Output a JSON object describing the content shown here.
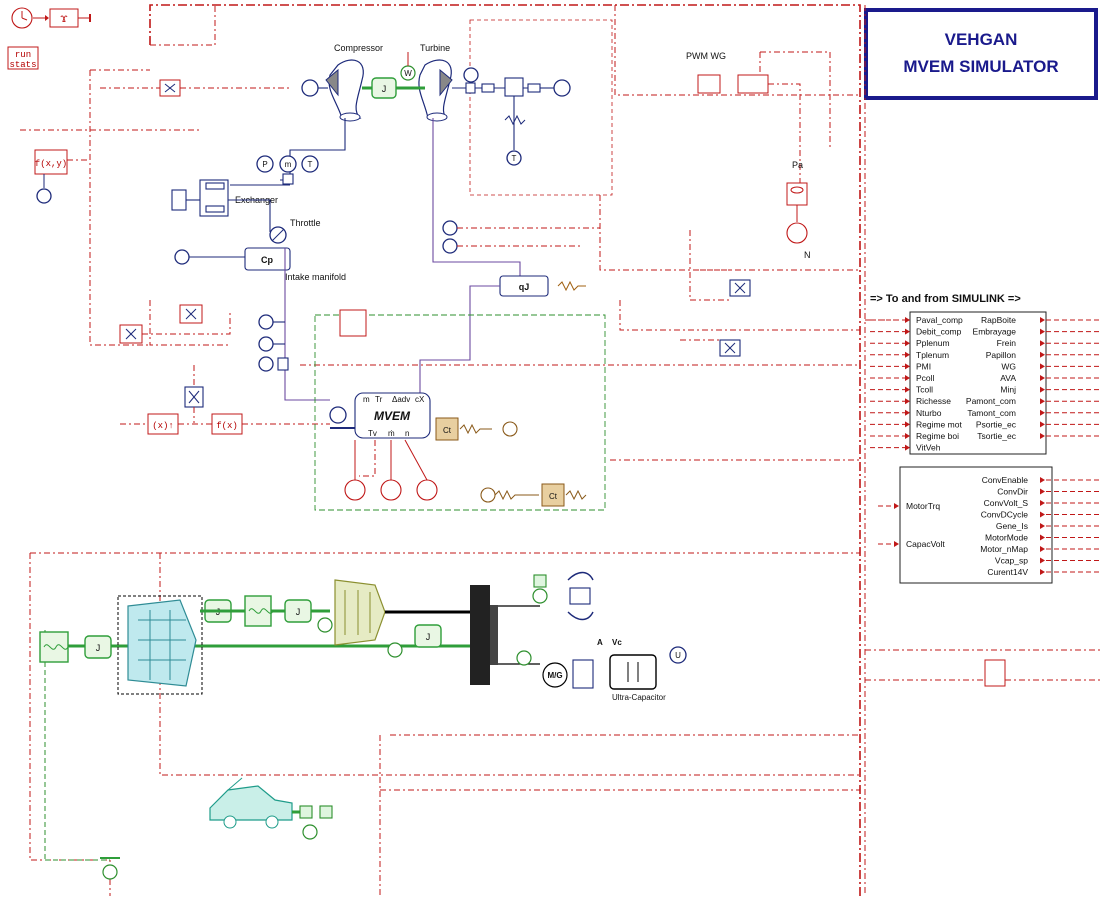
{
  "title_box": {
    "line1": "VEHGAN",
    "line2": "MVEM SIMULATOR"
  },
  "simulink_heading": "=> To and from SIMULINK =>",
  "run_stats": {
    "line1": "run",
    "line2": "stats"
  },
  "labels": {
    "compressor": "Compressor",
    "turbine": "Turbine",
    "pwm_wg": "PWM WG",
    "exchanger": "Exchanger",
    "throttle": "Throttle",
    "intake_manifold": "Intake manifold",
    "pa": "Pa",
    "n": "N",
    "mvem": "MVEM",
    "ultra_capacitor": "Ultra-Capacitor",
    "m_g": "M/G"
  },
  "symbols": {
    "j": "J",
    "p": "P",
    "m": "m",
    "t": "T",
    "w": "W",
    "cp": "Cp",
    "qj": "qJ",
    "ct": "Ct",
    "fx": "f(x)",
    "fxy": "f(x,y)",
    "x_over": "(x)↑",
    "a": "A",
    "vc": "Vc",
    "u": "U"
  },
  "simulink_block": {
    "inputs": [
      "Paval_comp",
      "Debit_comp",
      "Pplenum",
      "Tplenum",
      "PMI",
      "Pcoll",
      "Tcoll",
      "Richesse",
      "Nturbo",
      "Regime mot",
      "Regime boi",
      "VitVeh"
    ],
    "outputs": [
      "RapBoite",
      "Embrayage",
      "Frein",
      "Papillon",
      "WG",
      "AVA",
      "Minj",
      "Pamont_com",
      "Tamont_com",
      "Psortie_ec",
      "Tsortie_ec"
    ]
  },
  "electric_block": {
    "inputs": [
      "MotorTrq",
      "CapacVolt"
    ],
    "outputs": [
      "ConvEnable",
      "ConvDir",
      "ConvVolt_S",
      "ConvDCycle",
      "Gene_Is",
      "MotorMode",
      "Motor_nMap",
      "Vcap_sp",
      "Curent14V"
    ]
  },
  "mvem_ports": {
    "top": [
      "m",
      "Tr",
      "Δadv",
      "cX"
    ],
    "bottom": [
      "Tv",
      "ṁ",
      "n"
    ]
  },
  "colors": {
    "signal_red": "#c01818",
    "thermal_blue": "#1d2a7a",
    "mechanical_green": "#2f9e3a",
    "title_blue": "#1a1a8c"
  }
}
